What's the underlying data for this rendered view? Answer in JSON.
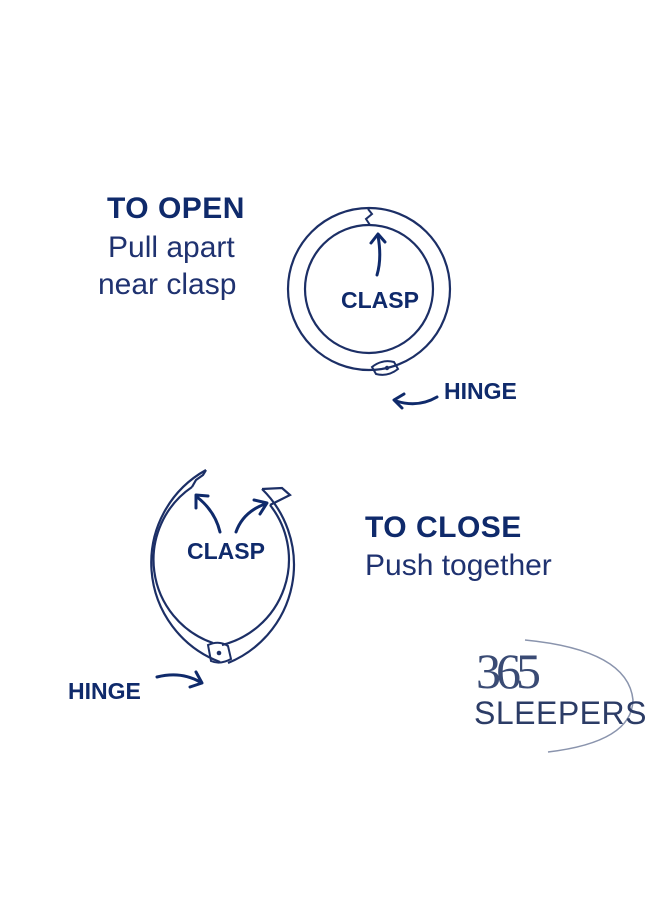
{
  "open": {
    "heading": "TO OPEN",
    "line1": "Pull apart",
    "line2": "near clasp",
    "clasp_label": "CLASP",
    "hinge_label": "HINGE"
  },
  "close": {
    "heading": "TO CLOSE",
    "line1": "Push together",
    "clasp_label": "CLASP",
    "hinge_label": "HINGE"
  },
  "logo": {
    "number": "365",
    "word": "SLEEPERS"
  },
  "colors": {
    "navy": "#0f2a6b",
    "ring_stroke": "#1c2f66",
    "logo_grey": "#8a94ad"
  }
}
